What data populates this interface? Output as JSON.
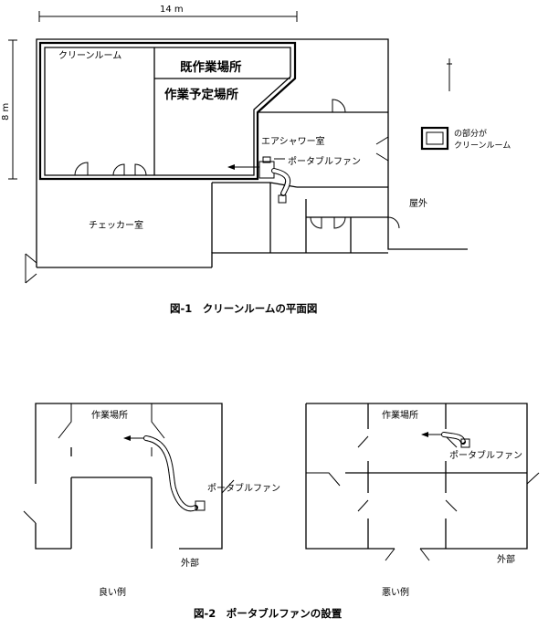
{
  "figure1": {
    "dimension_width": "14 m",
    "dimension_height": "8 m",
    "clean_room": "クリーンルーム",
    "existing_work_area": "既作業場所",
    "planned_work_area": "作業予定場所",
    "air_shower_room": "エアシャワー室",
    "portable_fan": "ポータブルファン",
    "checker_room": "チェッカー室",
    "outdoor": "屋外",
    "legend_line1": "の部分が",
    "legend_line2": "クリーンルーム",
    "caption": "図-1　クリーンルームの平面図"
  },
  "figure2": {
    "good_work_area": "作業場所",
    "good_fan": "ポータブルファン",
    "good_outside": "外部",
    "good_example": "良い例",
    "bad_work_area": "作業場所",
    "bad_fan": "ポータブルファン",
    "bad_outside": "外部",
    "bad_example": "悪い例",
    "caption": "図-2　ポータブルファンの設置"
  }
}
